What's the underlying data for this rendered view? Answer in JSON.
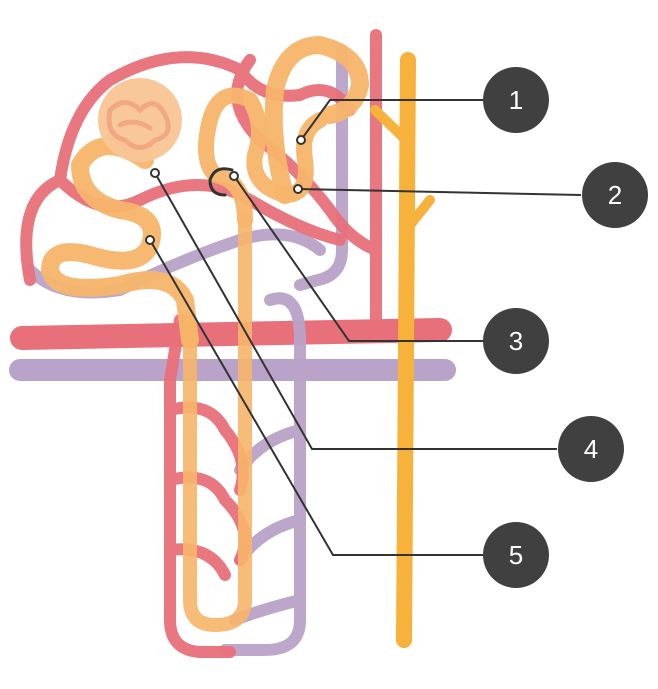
{
  "colors": {
    "artery": "#e8707a",
    "artery_light": "#ef9aa0",
    "vein": "#b9a3c9",
    "vein_light": "#cdbbd8",
    "tubule": "#f7b56a",
    "tubule_light": "#fbd09c",
    "collecting_duct": "#f6b23a",
    "glomerulus": "#f8c596",
    "callout_fill": "#404040",
    "leader_line": "#333333"
  },
  "callouts": [
    {
      "label": "1"
    },
    {
      "label": "2"
    },
    {
      "label": "3"
    },
    {
      "label": "4"
    },
    {
      "label": "5"
    }
  ]
}
